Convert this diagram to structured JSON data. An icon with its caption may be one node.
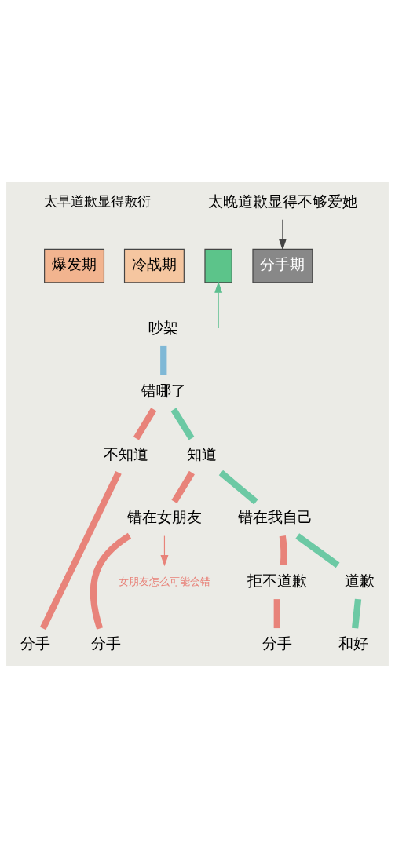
{
  "diagram": {
    "nodes": [
      {
        "text": [
          "太晚道歉显得不够爱她"
        ]
      },
      {
        "text": [
          "爆发期"
        ]
      },
      {
        "text": [
          "冷战期"
        ]
      },
      {
        "text": [],
        "shape": "box"
      },
      {
        "text": [
          "分手期"
        ]
      },
      {
        "text": [
          "吵架"
        ]
      },
      {
        "text": [
          "错哪了"
        ]
      },
      {
        "text": [
          "不知道"
        ]
      },
      {
        "text": [
          "知道"
        ]
      },
      {
        "text": [
          "错在女朋友"
        ]
      },
      {
        "text": [
          "错在我自己"
        ]
      },
      {
        "text": [
          "女朋友怎么可能会错"
        ]
      },
      {
        "text": [
          "拒不道歉"
        ]
      },
      {
        "text": [
          "道歉"
        ]
      },
      {
        "text": [
          "分手"
        ]
      },
      {
        "text": [
          "分手"
        ]
      },
      {
        "text": [
          "分手"
        ]
      },
      {
        "text": [
          "和好"
        ]
      }
    ],
    "edges": [
      {
        "from": 0,
        "to": 4,
        "arrow": "to",
        "color": "#444444"
      },
      {
        "from": null,
        "to": 3,
        "arrow": "to",
        "color": "#5cbf8f"
      },
      {
        "from": 5,
        "to": 6,
        "arrow": "none",
        "color": "#7fb8d6"
      },
      {
        "from": 6,
        "to": 7,
        "arrow": "none"
      },
      {
        "from": 6,
        "to": 8,
        "arrow": "none",
        "color": "#6cc9a4"
      },
      {
        "from": 7,
        "to": 14,
        "arrow": "none"
      },
      {
        "from": 8,
        "to": 9,
        "arrow": "none"
      },
      {
        "from": 8,
        "to": 10,
        "arrow": "none",
        "color": "#6cc9a4"
      },
      {
        "from": 9,
        "to": 11,
        "arrow": "to"
      },
      {
        "from": 9,
        "to": 15,
        "arrow": "none"
      },
      {
        "from": 10,
        "to": 12,
        "arrow": "none"
      },
      {
        "from": 10,
        "to": 13,
        "arrow": "none",
        "color": "#6cc9a4"
      },
      {
        "from": 12,
        "to": 16,
        "arrow": "none"
      },
      {
        "from": 13,
        "to": 17,
        "arrow": "none",
        "color": "#6cc9a4"
      }
    ],
    "labels": [
      "太早道歉显得敷衍"
    ]
  }
}
